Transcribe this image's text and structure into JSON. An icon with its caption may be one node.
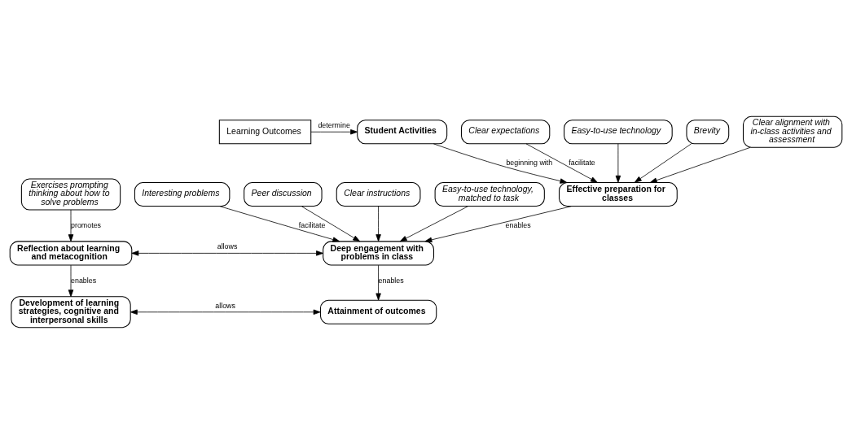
{
  "diagram": {
    "nodes": [
      {
        "text": [
          "Learning Outcomes"
        ]
      },
      {
        "text": [
          "Student Activities"
        ]
      },
      {
        "text": [
          "Effective preparation for classes"
        ]
      },
      {
        "text": [
          "Clear expectations"
        ]
      },
      {
        "text": [
          "Easy-to-use technology"
        ]
      },
      {
        "text": [
          "Brevity"
        ]
      },
      {
        "text": [
          "Clear alignment with in-class activities and assessment"
        ]
      },
      {
        "text": [
          "Exercises prompting thinking about how to solve problems"
        ]
      },
      {
        "text": [
          "Deep engagement with problems in class"
        ]
      },
      {
        "text": [
          "Reflection about learning and metacognition"
        ]
      },
      {
        "text": [
          "Interesting problems"
        ]
      },
      {
        "text": [
          "Peer discussion"
        ]
      },
      {
        "text": [
          "Clear instructions"
        ]
      },
      {
        "text": [
          "Easy-to-use technology, matched to task"
        ]
      },
      {
        "text": [
          "Attainment of outcomes"
        ]
      },
      {
        "text": [
          "Development of learning strategies, cognitive and interpersonal skills"
        ]
      }
    ],
    "edges": [
      {
        "from": 0,
        "to": 1,
        "arrow": "to",
        "label": "determine"
      },
      {
        "from": 1,
        "to": 2,
        "arrow": "to",
        "label": "beginning with"
      },
      {
        "from": 3,
        "to": 2,
        "arrow": "to",
        "label": "facilitate"
      },
      {
        "from": 4,
        "to": 2,
        "arrow": "to"
      },
      {
        "from": 5,
        "to": 2,
        "arrow": "to"
      },
      {
        "from": 6,
        "to": 2,
        "arrow": "to"
      },
      {
        "from": 2,
        "to": 8,
        "arrow": "to",
        "label": "enables"
      },
      {
        "from": 7,
        "to": 9,
        "arrow": "to",
        "label": "promotes"
      },
      {
        "from": 8,
        "to": 9,
        "arrow": "both",
        "label": "allows"
      },
      {
        "from": 10,
        "to": 8,
        "arrow": "to",
        "label": "facilitate"
      },
      {
        "from": 11,
        "to": 8,
        "arrow": "to"
      },
      {
        "from": 12,
        "to": 8,
        "arrow": "to"
      },
      {
        "from": 13,
        "to": 8,
        "arrow": "to"
      },
      {
        "from": 8,
        "to": 14,
        "arrow": "to",
        "label": "enables"
      },
      {
        "from": 9,
        "to": 15,
        "arrow": "to",
        "label": "enables"
      },
      {
        "from": 14,
        "to": 15,
        "arrow": "both",
        "label": "allows"
      }
    ]
  }
}
